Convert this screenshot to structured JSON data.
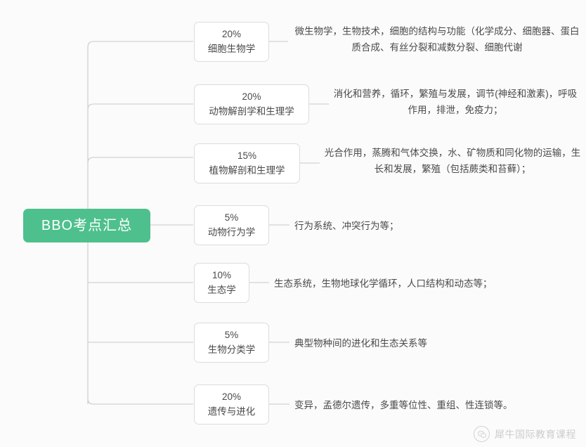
{
  "diagram": {
    "root": {
      "label": "BBO考点汇总",
      "color": "#4ec08d",
      "text_color": "#ffffff"
    },
    "branches": [
      {
        "percent": "20%",
        "name": "细胞生物学",
        "description": "微生物学，生物技术，细胞的结构与功能（化学成分、细胞器、蛋白质合成、有丝分裂和减数分裂、细胞代谢"
      },
      {
        "percent": "20%",
        "name": "动物解剖学和生理学",
        "description": "消化和营养，循环，繁殖与发展，调节(神经和激素)，呼吸作用，排泄，免疫力；"
      },
      {
        "percent": "15%",
        "name": "植物解剖和生理学",
        "description": "光合作用，蒸腾和气体交换，水、矿物质和同化物的运输，生长和发展，繁殖（包括蕨类和苔藓）；"
      },
      {
        "percent": "5%",
        "name": "动物行为学",
        "description": "行为系统、冲突行为等；"
      },
      {
        "percent": "10%",
        "name": "生态学",
        "description": "生态系统，生物地球化学循环，人口结构和动态等；"
      },
      {
        "percent": "5%",
        "name": "生物分类学",
        "description": "典型物种间的进化和生态关系等"
      },
      {
        "percent": "20%",
        "name": "遗传与进化",
        "description": "变异，孟德尔遗传，多重等位性、重组、性连锁等。"
      }
    ],
    "watermark": {
      "text": "犀牛国际教育课程",
      "icon": "wechat-logo-icon"
    },
    "colors": {
      "background": "#fbfbfb",
      "connector": "#c9c9c9",
      "box_border": "#dcdcdc",
      "text": "#4a4a4a"
    }
  }
}
